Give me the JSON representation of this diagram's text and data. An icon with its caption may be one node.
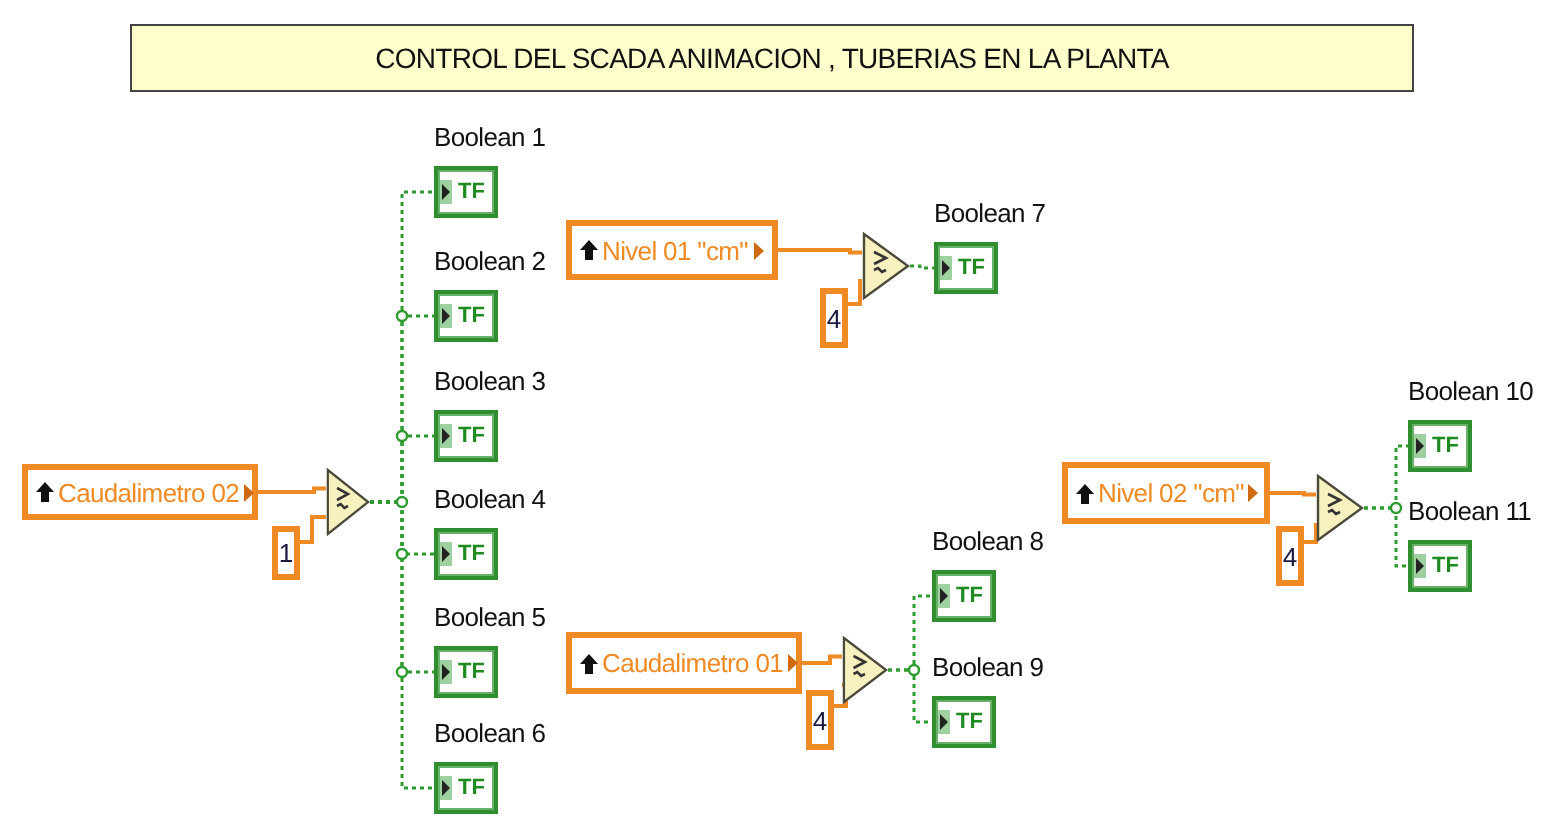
{
  "diagram": {
    "title": "CONTROL DEL SCADA ANIMACION , TUBERIAS EN LA PLANTA",
    "nodes": [
      {
        "text": [
          "Caudalimetro 02"
        ]
      },
      {
        "text": [
          "1"
        ]
      },
      {
        "text": [],
        "shape": "triangle"
      },
      {
        "text": [
          "Boolean 1",
          "TF"
        ]
      },
      {
        "text": [
          "Boolean 2",
          "TF"
        ]
      },
      {
        "text": [
          "Boolean 3",
          "TF"
        ]
      },
      {
        "text": [
          "Boolean 4",
          "TF"
        ]
      },
      {
        "text": [
          "Boolean 5",
          "TF"
        ]
      },
      {
        "text": [
          "Boolean 6",
          "TF"
        ]
      },
      {
        "text": [
          "Nivel 01 \"cm\""
        ]
      },
      {
        "text": [
          "4"
        ]
      },
      {
        "text": [],
        "shape": "triangle"
      },
      {
        "text": [
          "Boolean 7",
          "TF"
        ]
      },
      {
        "text": [
          "Caudalimetro 01"
        ]
      },
      {
        "text": [
          "4"
        ]
      },
      {
        "text": [],
        "shape": "triangle"
      },
      {
        "text": [
          "Boolean 8",
          "TF"
        ]
      },
      {
        "text": [
          "Boolean 9",
          "TF"
        ]
      },
      {
        "text": [
          "Nivel 02 \"cm\""
        ]
      },
      {
        "text": [
          "4"
        ]
      },
      {
        "text": [],
        "shape": "triangle"
      },
      {
        "text": [
          "Boolean 10",
          "TF"
        ]
      },
      {
        "text": [
          "Boolean 11",
          "TF"
        ]
      }
    ],
    "edges": [
      {
        "from": 0,
        "to": 2,
        "arrow": "none",
        "color": "#f08a24"
      },
      {
        "from": 1,
        "to": 2,
        "arrow": "none",
        "color": "#f08a24"
      },
      {
        "from": 2,
        "to": 3,
        "arrow": "none",
        "style": "dashed"
      },
      {
        "from": 2,
        "to": 4,
        "arrow": "none",
        "style": "dashed"
      },
      {
        "from": 2,
        "to": 5,
        "arrow": "none",
        "style": "dashed"
      },
      {
        "from": 2,
        "to": 6,
        "arrow": "none",
        "style": "dashed"
      },
      {
        "from": 2,
        "to": 7,
        "arrow": "none",
        "style": "dashed"
      },
      {
        "from": 2,
        "to": 8,
        "arrow": "none",
        "style": "dashed"
      },
      {
        "from": 9,
        "to": 11,
        "arrow": "none",
        "color": "#f08a24"
      },
      {
        "from": 10,
        "to": 11,
        "arrow": "none",
        "color": "#f08a24"
      },
      {
        "from": 11,
        "to": 12,
        "arrow": "none",
        "style": "dashed"
      },
      {
        "from": 13,
        "to": 15,
        "arrow": "none",
        "color": "#f08a24"
      },
      {
        "from": 14,
        "to": 15,
        "arrow": "none",
        "color": "#f08a24"
      },
      {
        "from": 15,
        "to": 16,
        "arrow": "none",
        "style": "dashed"
      },
      {
        "from": 15,
        "to": 17,
        "arrow": "none",
        "style": "dashed"
      },
      {
        "from": 18,
        "to": 20,
        "arrow": "none",
        "color": "#f08a24"
      },
      {
        "from": 19,
        "to": 20,
        "arrow": "none",
        "color": "#f08a24"
      },
      {
        "from": 20,
        "to": 21,
        "arrow": "none",
        "style": "dashed"
      },
      {
        "from": 20,
        "to": 22,
        "arrow": "none",
        "style": "dashed"
      }
    ]
  }
}
